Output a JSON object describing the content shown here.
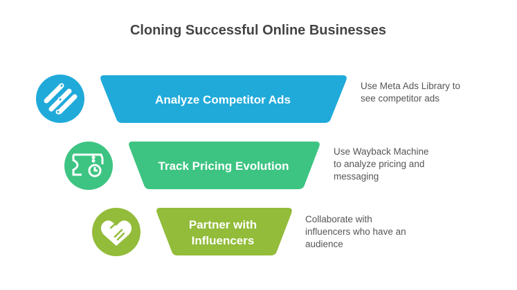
{
  "title": "Cloning Successful Online Businesses",
  "colors": {
    "blue": "#20AADA",
    "green": "#3DC482",
    "lime": "#92BC3A",
    "text": "#444444"
  },
  "steps": [
    {
      "label_lines": [
        "Analyze Competitor Ads"
      ],
      "description_lines": [
        "Use Meta Ads Library to",
        "see competitor ads"
      ],
      "icon": "meta-bars-icon"
    },
    {
      "label_lines": [
        "Track Pricing Evolution"
      ],
      "description_lines": [
        "Use Wayback Machine",
        "to analyze pricing and",
        "messaging"
      ],
      "icon": "ticket-clock-icon"
    },
    {
      "label_lines": [
        "Partner with",
        "Influencers"
      ],
      "description_lines": [
        "Collaborate with",
        "influencers who have an",
        "audience"
      ],
      "icon": "handshake-heart-icon"
    }
  ]
}
